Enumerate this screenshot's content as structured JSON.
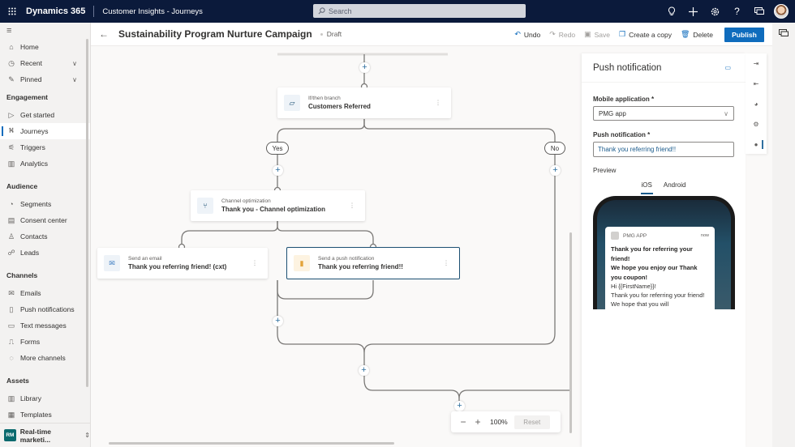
{
  "topbar": {
    "brand": "Dynamics 365",
    "app_name": "Customer Insights - Journeys",
    "search_placeholder": "Search",
    "icons": [
      "lightbulb-icon",
      "plus-icon",
      "settings-icon",
      "help-icon",
      "chat-icon",
      "avatar"
    ]
  },
  "sidebar": {
    "top_items": [
      {
        "label": "Home",
        "icon": "home-icon"
      },
      {
        "label": "Recent",
        "icon": "clock-icon",
        "expandable": true
      },
      {
        "label": "Pinned",
        "icon": "pin-icon",
        "expandable": true
      }
    ],
    "sections": [
      {
        "title": "Engagement",
        "items": [
          {
            "label": "Get started",
            "icon": "play-icon"
          },
          {
            "label": "Journeys",
            "icon": "journeys-icon",
            "active": true
          },
          {
            "label": "Triggers",
            "icon": "triggers-icon"
          },
          {
            "label": "Analytics",
            "icon": "analytics-icon"
          }
        ]
      },
      {
        "title": "Audience",
        "items": [
          {
            "label": "Segments",
            "icon": "segments-icon"
          },
          {
            "label": "Consent center",
            "icon": "consent-icon"
          },
          {
            "label": "Contacts",
            "icon": "contact-icon"
          },
          {
            "label": "Leads",
            "icon": "leads-icon"
          }
        ]
      },
      {
        "title": "Channels",
        "items": [
          {
            "label": "Emails",
            "icon": "mail-icon"
          },
          {
            "label": "Push notifications",
            "icon": "phone-icon"
          },
          {
            "label": "Text messages",
            "icon": "sms-icon"
          },
          {
            "label": "Forms",
            "icon": "forms-icon"
          },
          {
            "label": "More channels",
            "icon": "more-channels-icon"
          }
        ]
      },
      {
        "title": "Assets",
        "items": [
          {
            "label": "Library",
            "icon": "library-icon"
          },
          {
            "label": "Templates",
            "icon": "templates-icon"
          }
        ]
      }
    ],
    "footer": {
      "badge": "RM",
      "label": "Real-time marketi..."
    }
  },
  "commandbar": {
    "title": "Sustainability Program Nurture Campaign",
    "status": "Draft",
    "undo": "Undo",
    "redo": "Redo",
    "save": "Save",
    "copy": "Create a copy",
    "delete": "Delete",
    "publish": "Publish"
  },
  "canvas": {
    "nodes": {
      "branch": {
        "type": "If/then branch",
        "name": "Customers Referred"
      },
      "channel_opt": {
        "type": "Channel optimization",
        "name": "Thank you - Channel optimization"
      },
      "email": {
        "type": "Send an email",
        "name": "Thank you referring friend! (cxt)"
      },
      "push": {
        "type": "Send a push notification",
        "name": "Thank you referring friend!!"
      }
    },
    "yes_label": "Yes",
    "no_label": "No",
    "zoom": {
      "level": "100%",
      "reset": "Reset"
    }
  },
  "panel": {
    "title": "Push notification",
    "mobile_app_label": "Mobile application *",
    "mobile_app_value": "PMG app",
    "push_label": "Push notification *",
    "push_value": "Thank you referring friend!!",
    "preview_label": "Preview",
    "tabs": [
      "iOS",
      "Android"
    ],
    "active_tab": "iOS",
    "preview": {
      "app": "PMG APP",
      "time": "now",
      "title": "Thank you for referring your friend!",
      "subtitle": "We hope you enjoy our Thank you coupon!",
      "body1": "Hi {{FirstName}}!",
      "body2": "Thank you for referring your friend! We hope that you will"
    }
  },
  "colors": {
    "topbar": "#0b1a3b",
    "accent": "#0f6cbd",
    "selected_node_border": "#1b4f72",
    "canvas_bg": "#faf9f8"
  }
}
